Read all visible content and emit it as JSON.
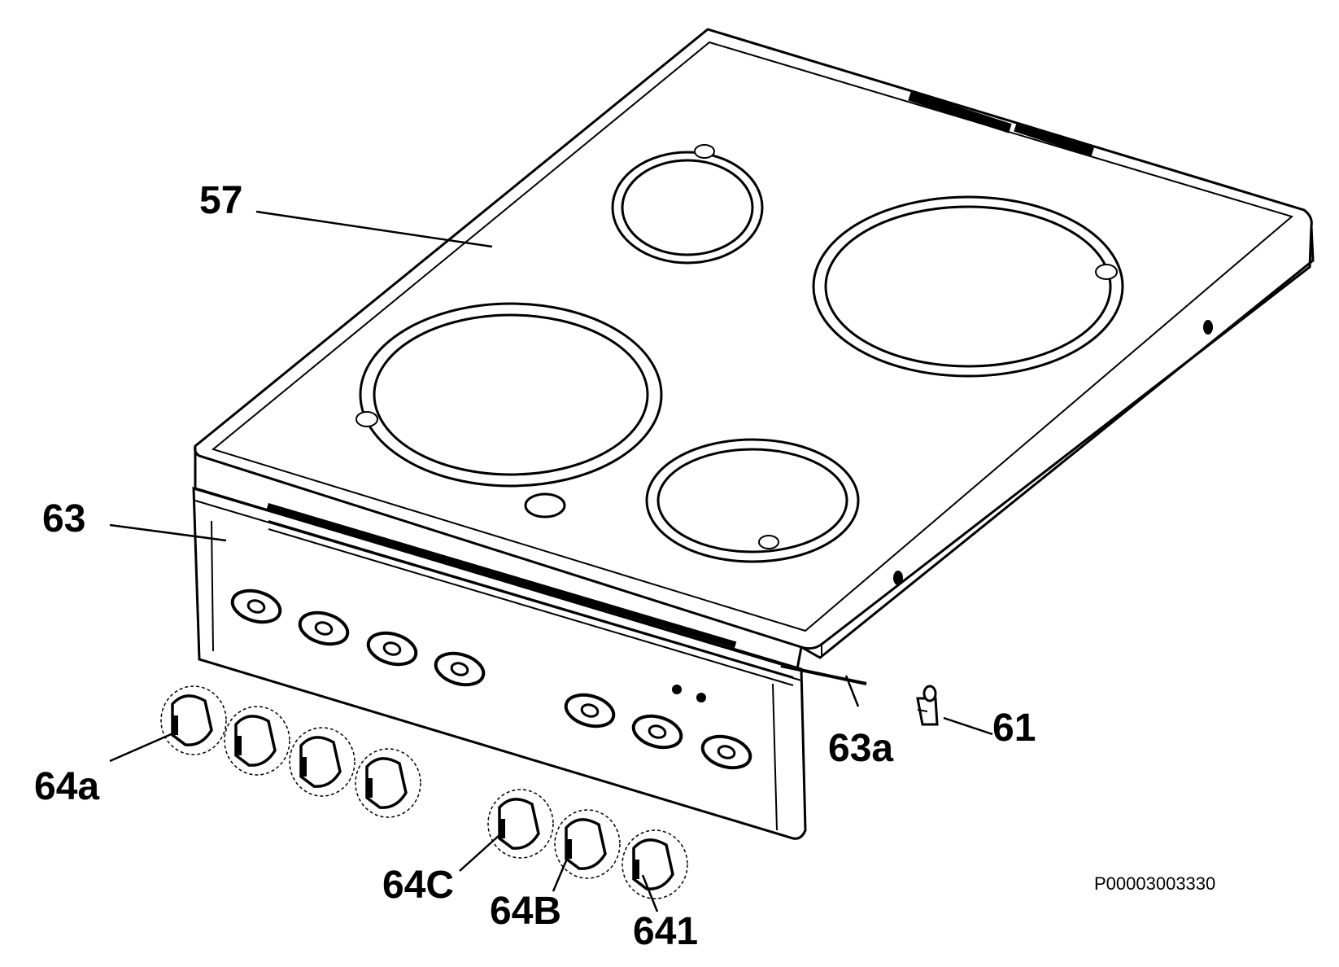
{
  "diagram": {
    "callouts": {
      "hob_top": "57",
      "control_panel": "63",
      "panel_rod": "63a",
      "clip": "61",
      "knob_a": "64a",
      "knob_c": "64C",
      "knob_b": "64B",
      "knob_1": "641"
    },
    "drawing_code": "P00003003330",
    "colors": {
      "line": "#000000",
      "background": "#ffffff"
    }
  }
}
